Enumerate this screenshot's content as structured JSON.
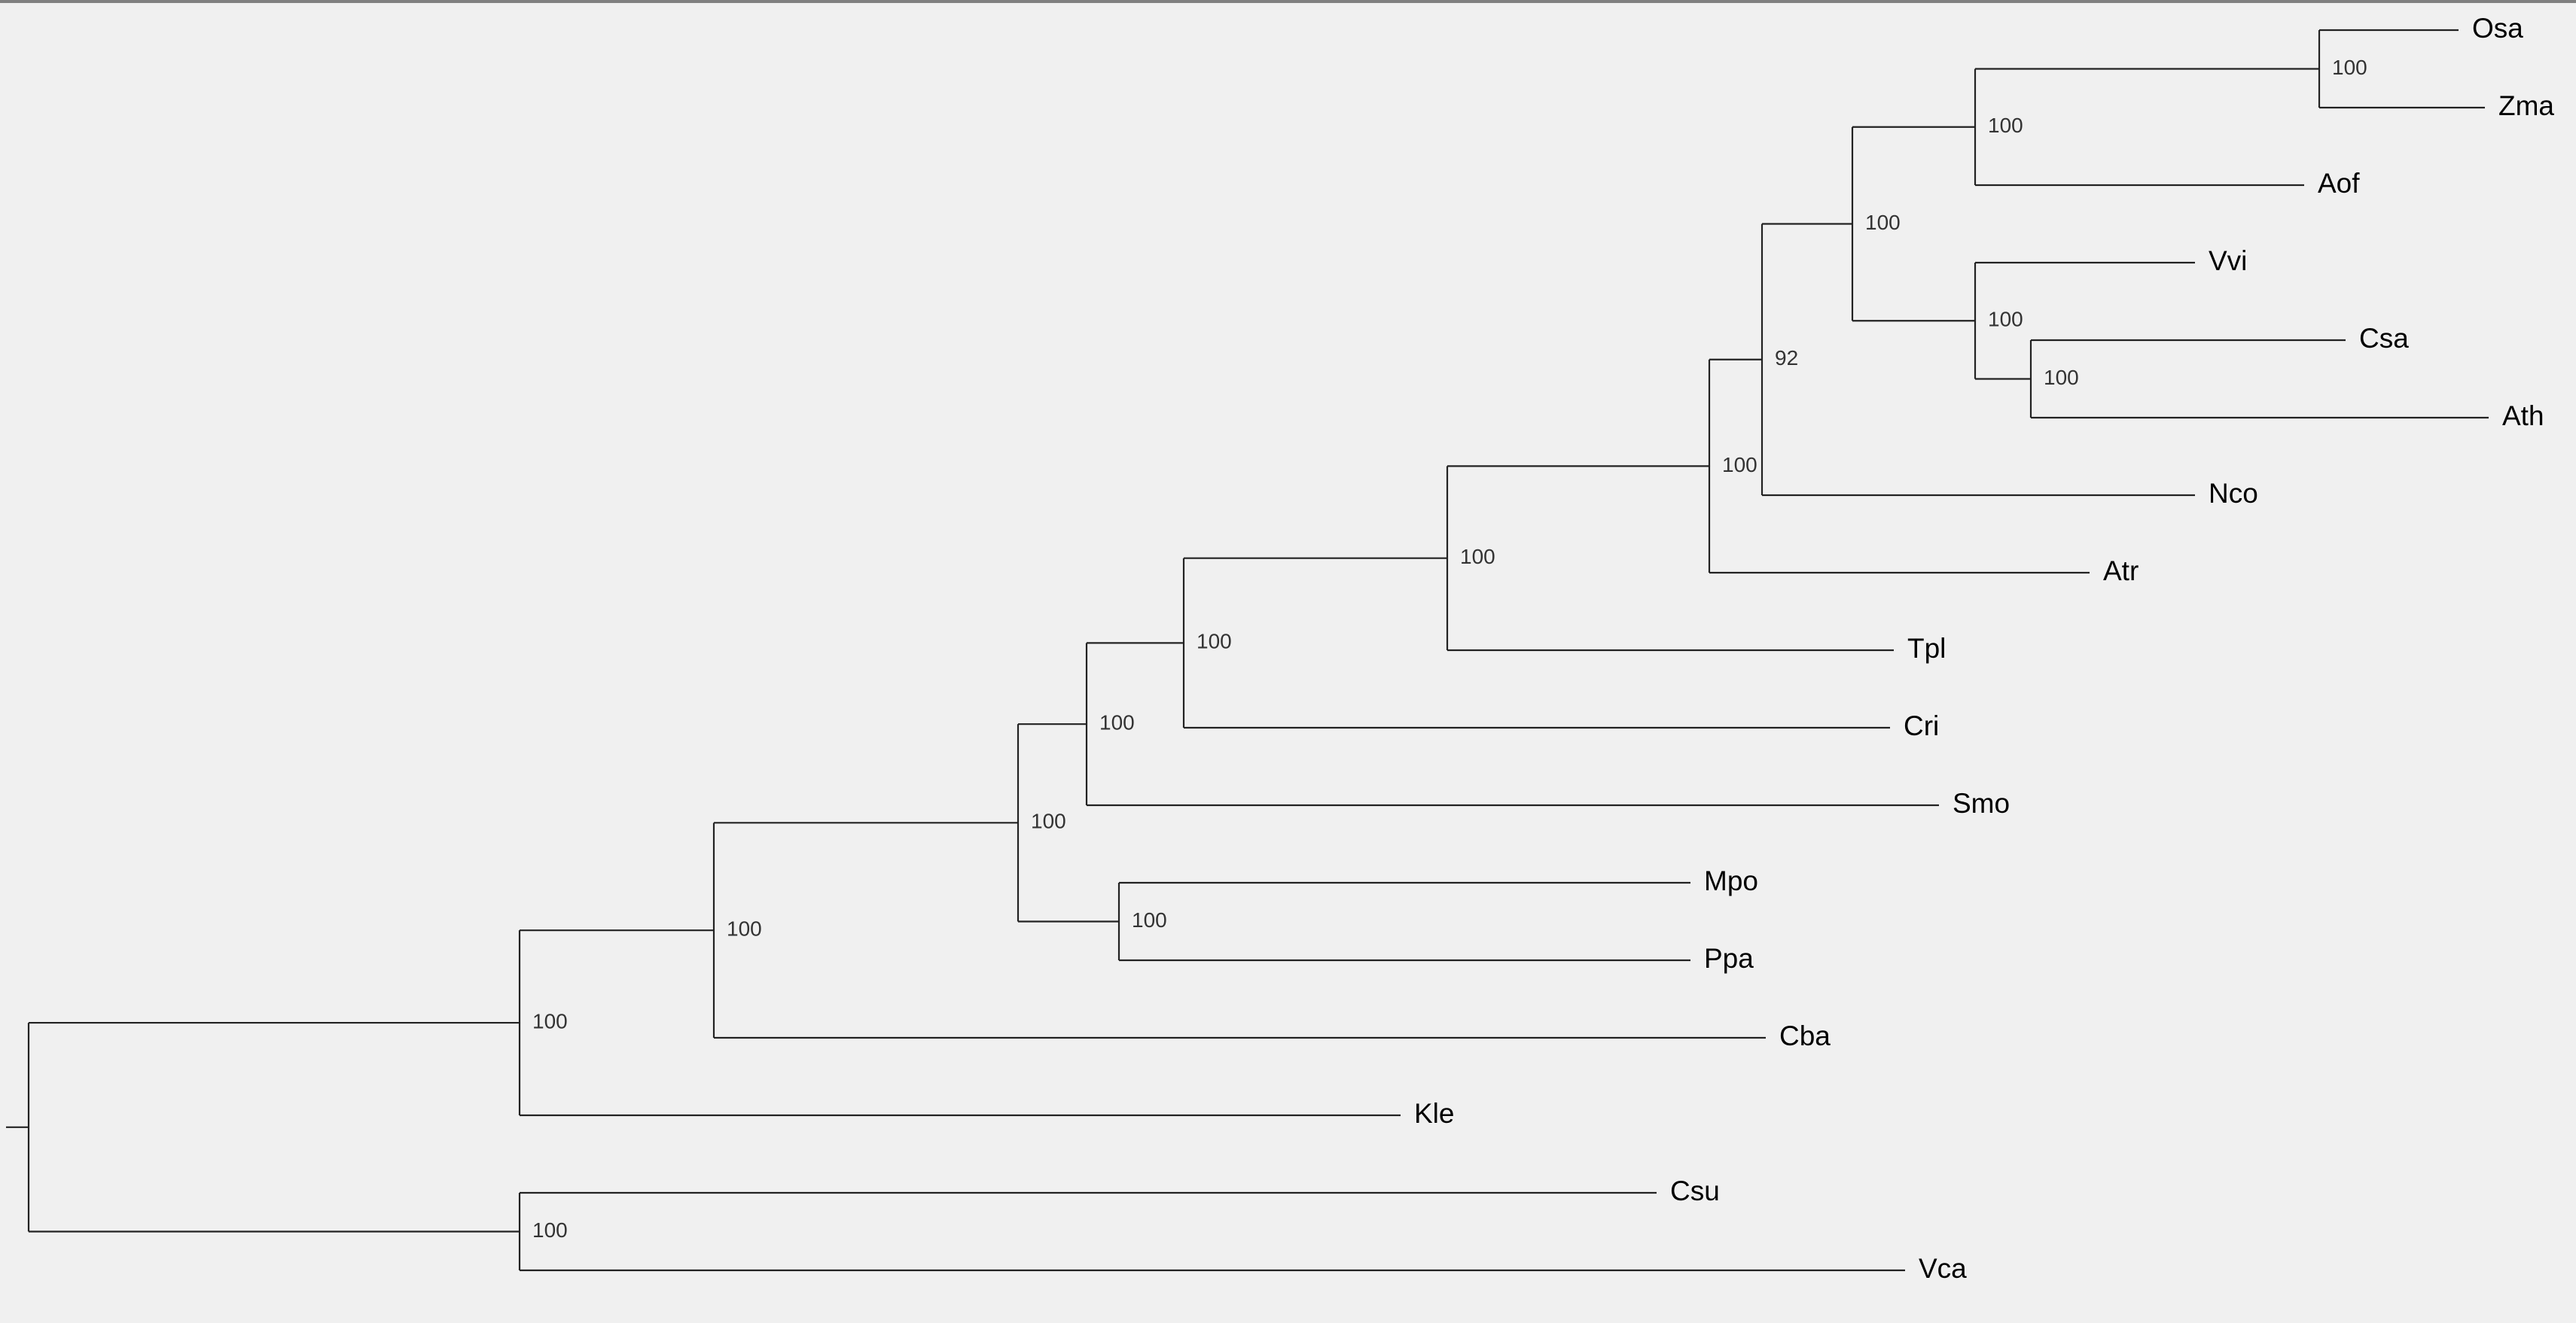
{
  "tree": {
    "root": {
      "support": "",
      "children": [
        {
          "support": "100",
          "children": [
            {
              "support": "100",
              "children": [
                {
                  "support": "100",
                  "children": [
                    {
                      "support": "100",
                      "children": [
                        {
                          "support": "100",
                          "children": [
                            {
                              "support": "100",
                              "children": [
                                {
                                  "support": "100",
                                  "children": [
                                    {
                                      "support": "92",
                                      "children": [
                                        {
                                          "support": "100",
                                          "children": [
                                            {
                                              "support": "100",
                                              "children": [
                                                {
                                                  "support": "100",
                                                  "children": [
                                                    {
                                                      "name": "Osa"
                                                    },
                                                    {
                                                      "name": "Zma"
                                                    }
                                                  ]
                                                },
                                                {
                                                  "name": "Aof"
                                                }
                                              ]
                                            },
                                            {
                                              "support": "100",
                                              "children": [
                                                {
                                                  "name": "Vvi"
                                                },
                                                {
                                                  "support": "100",
                                                  "children": [
                                                    {
                                                      "name": "Csa"
                                                    },
                                                    {
                                                      "name": "Ath"
                                                    }
                                                  ]
                                                }
                                              ]
                                            }
                                          ]
                                        },
                                        {
                                          "name": "Nco"
                                        }
                                      ]
                                    },
                                    {
                                      "name": "Atr"
                                    }
                                  ]
                                },
                                {
                                  "name": "Tpl"
                                }
                              ]
                            },
                            {
                              "name": "Cri"
                            }
                          ]
                        },
                        {
                          "name": "Smo"
                        }
                      ]
                    },
                    {
                      "support": "100",
                      "children": [
                        {
                          "name": "Mpo"
                        },
                        {
                          "name": "Ppa"
                        }
                      ]
                    }
                  ]
                },
                {
                  "name": "Cba"
                }
              ]
            },
            {
              "name": "Kle"
            }
          ]
        },
        {
          "support": "100",
          "children": [
            {
              "name": "Csu"
            },
            {
              "name": "Vca"
            }
          ]
        }
      ]
    }
  }
}
